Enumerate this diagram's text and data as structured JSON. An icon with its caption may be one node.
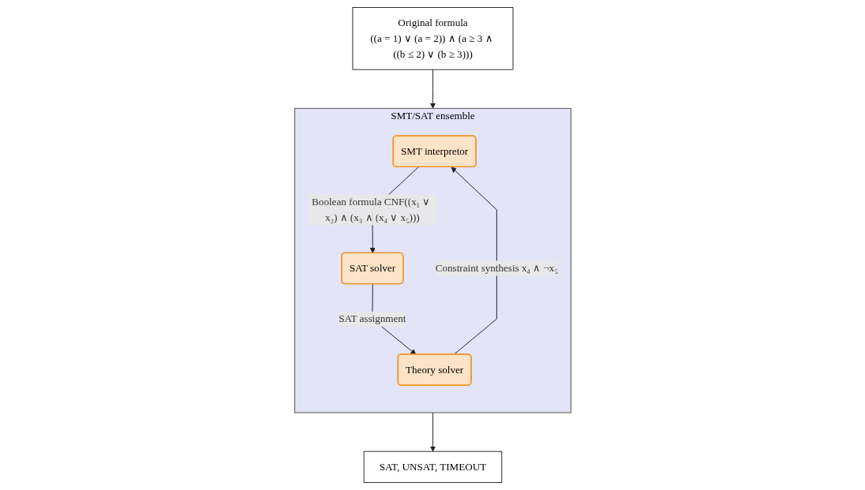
{
  "diagram": {
    "nodes": [
      {
        "text": [
          "Original formula",
          "((a = 1) ∨ (a = 2)) ∧ (a ≥ 3 ∧ ((b ≤ 2) ∨ (b ≥ 3)))"
        ]
      },
      {
        "text": [
          "SMT/SAT ensemble"
        ]
      },
      {
        "text": [
          "SMT interpretor"
        ],
        "in": 1
      },
      {
        "text": [
          "SAT solver"
        ],
        "in": 1
      },
      {
        "text": [
          "Theory solver"
        ],
        "in": 1
      },
      {
        "text": [
          "SAT, UNSAT, TIMEOUT"
        ]
      }
    ],
    "edges": [
      {
        "from": 0,
        "to": 1,
        "arrow": "to"
      },
      {
        "from": 2,
        "to": 3,
        "arrow": "to",
        "label": "Boolean formula CNF((x₁ ∨ x₂) ∧ (x₃ ∧ (x₄ ∨ x₅)))"
      },
      {
        "from": 3,
        "to": 4,
        "arrow": "to",
        "label": "SAT assignment"
      },
      {
        "from": 4,
        "to": 2,
        "arrow": "to",
        "label": "Constraint synthesis x₄ ∧ ¬x₅"
      },
      {
        "from": 1,
        "to": 5,
        "arrow": "to"
      }
    ]
  }
}
